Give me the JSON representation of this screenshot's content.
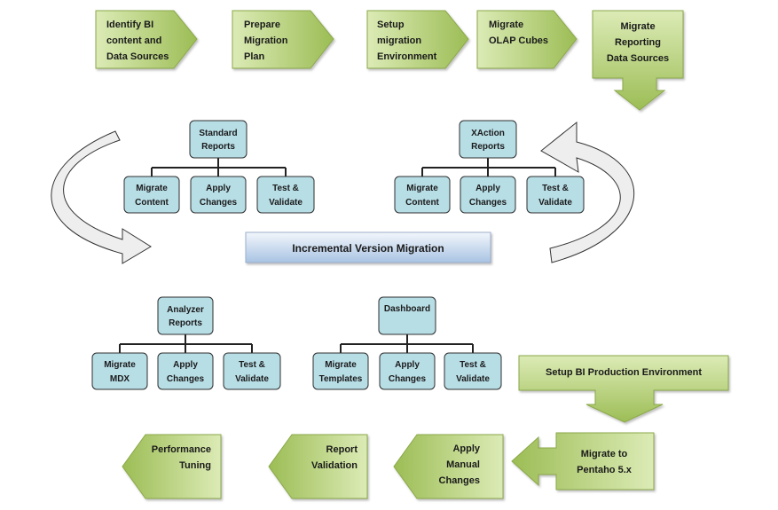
{
  "colors": {
    "green_light": "#dcebb6",
    "green_dark": "#9cbd55",
    "green_stroke": "#8aa84a",
    "blue_fill": "#b7dde5",
    "blue_stroke": "#2f2f2f",
    "center_light": "#f2f6fb",
    "center_dark": "#a9c3e3",
    "curve_arrow_fill": "#eeeeee"
  },
  "top_row": [
    {
      "lines": [
        "Identify BI",
        "content and",
        "Data Sources"
      ]
    },
    {
      "lines": [
        "Prepare",
        "Migration",
        "Plan"
      ]
    },
    {
      "lines": [
        "Setup",
        "migration",
        "Environment"
      ]
    },
    {
      "lines": [
        "Migrate",
        "OLAP Cubes"
      ]
    },
    {
      "lines": [
        "Migrate",
        "Reporting",
        "Data Sources"
      ]
    }
  ],
  "trees": [
    {
      "root": [
        "Standard",
        "Reports"
      ],
      "children": [
        [
          "Migrate",
          "Content"
        ],
        [
          "Apply",
          "Changes"
        ],
        [
          "Test &",
          "Validate"
        ]
      ]
    },
    {
      "root": [
        "XAction",
        "Reports"
      ],
      "children": [
        [
          "Migrate",
          "Content"
        ],
        [
          "Apply",
          "Changes"
        ],
        [
          "Test &",
          "Validate"
        ]
      ]
    },
    {
      "root": [
        "Analyzer",
        "Reports"
      ],
      "children": [
        [
          "Migrate",
          "MDX"
        ],
        [
          "Apply",
          "Changes"
        ],
        [
          "Test &",
          "Validate"
        ]
      ]
    },
    {
      "root": [
        "Dashboard"
      ],
      "children": [
        [
          "Migrate",
          "Templates"
        ],
        [
          "Apply",
          "Changes"
        ],
        [
          "Test &",
          "Validate"
        ]
      ]
    }
  ],
  "center_label": "Incremental Version Migration",
  "production_box": {
    "lines": [
      "Setup BI Production Environment"
    ]
  },
  "bottom_row": [
    {
      "lines": [
        "Migrate to",
        "Pentaho 5.x"
      ]
    },
    {
      "lines": [
        "Apply",
        "Manual",
        "Changes"
      ]
    },
    {
      "lines": [
        "Report",
        "Validation"
      ]
    },
    {
      "lines": [
        "Performance",
        "Tuning"
      ]
    }
  ]
}
